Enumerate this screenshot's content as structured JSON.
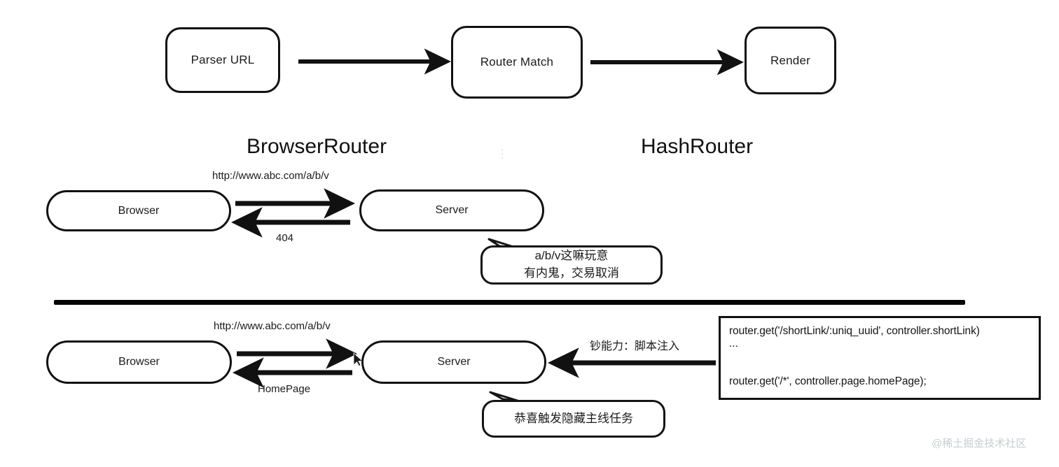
{
  "flow_top": {
    "nodes": [
      {
        "label": "Parser URL"
      },
      {
        "label": "Router Match"
      },
      {
        "label": "Render"
      }
    ]
  },
  "headings": {
    "left": "BrowserRouter",
    "right": "HashRouter"
  },
  "section_browser_router": {
    "client_label": "Browser",
    "server_label": "Server",
    "request_label": "http://www.abc.com/a/b/v",
    "response_label": "404",
    "bubble": {
      "line1": "a/b/v这嘛玩意",
      "line2": "有内鬼，交易取消"
    }
  },
  "section_hash_router": {
    "client_label": "Browser",
    "server_label": "Server",
    "request_label": "http://www.abc.com/a/b/v",
    "response_label": "HomePage",
    "injection_label": "钞能力：脚本注入",
    "bubble": {
      "line1": "恭喜触发隐藏主线任务"
    },
    "code": {
      "line1": "router.get('/shortLink/:uniq_uuid', controller.shortLink)",
      "ellipsis": "...",
      "line2": "router.get('/*', controller.page.homePage);"
    }
  },
  "watermark": "@稀土掘金技术社区",
  "colors": {
    "stroke": "#111111",
    "background": "#ffffff",
    "text": "#1b1b1b",
    "watermark": "#c9ccd1"
  }
}
